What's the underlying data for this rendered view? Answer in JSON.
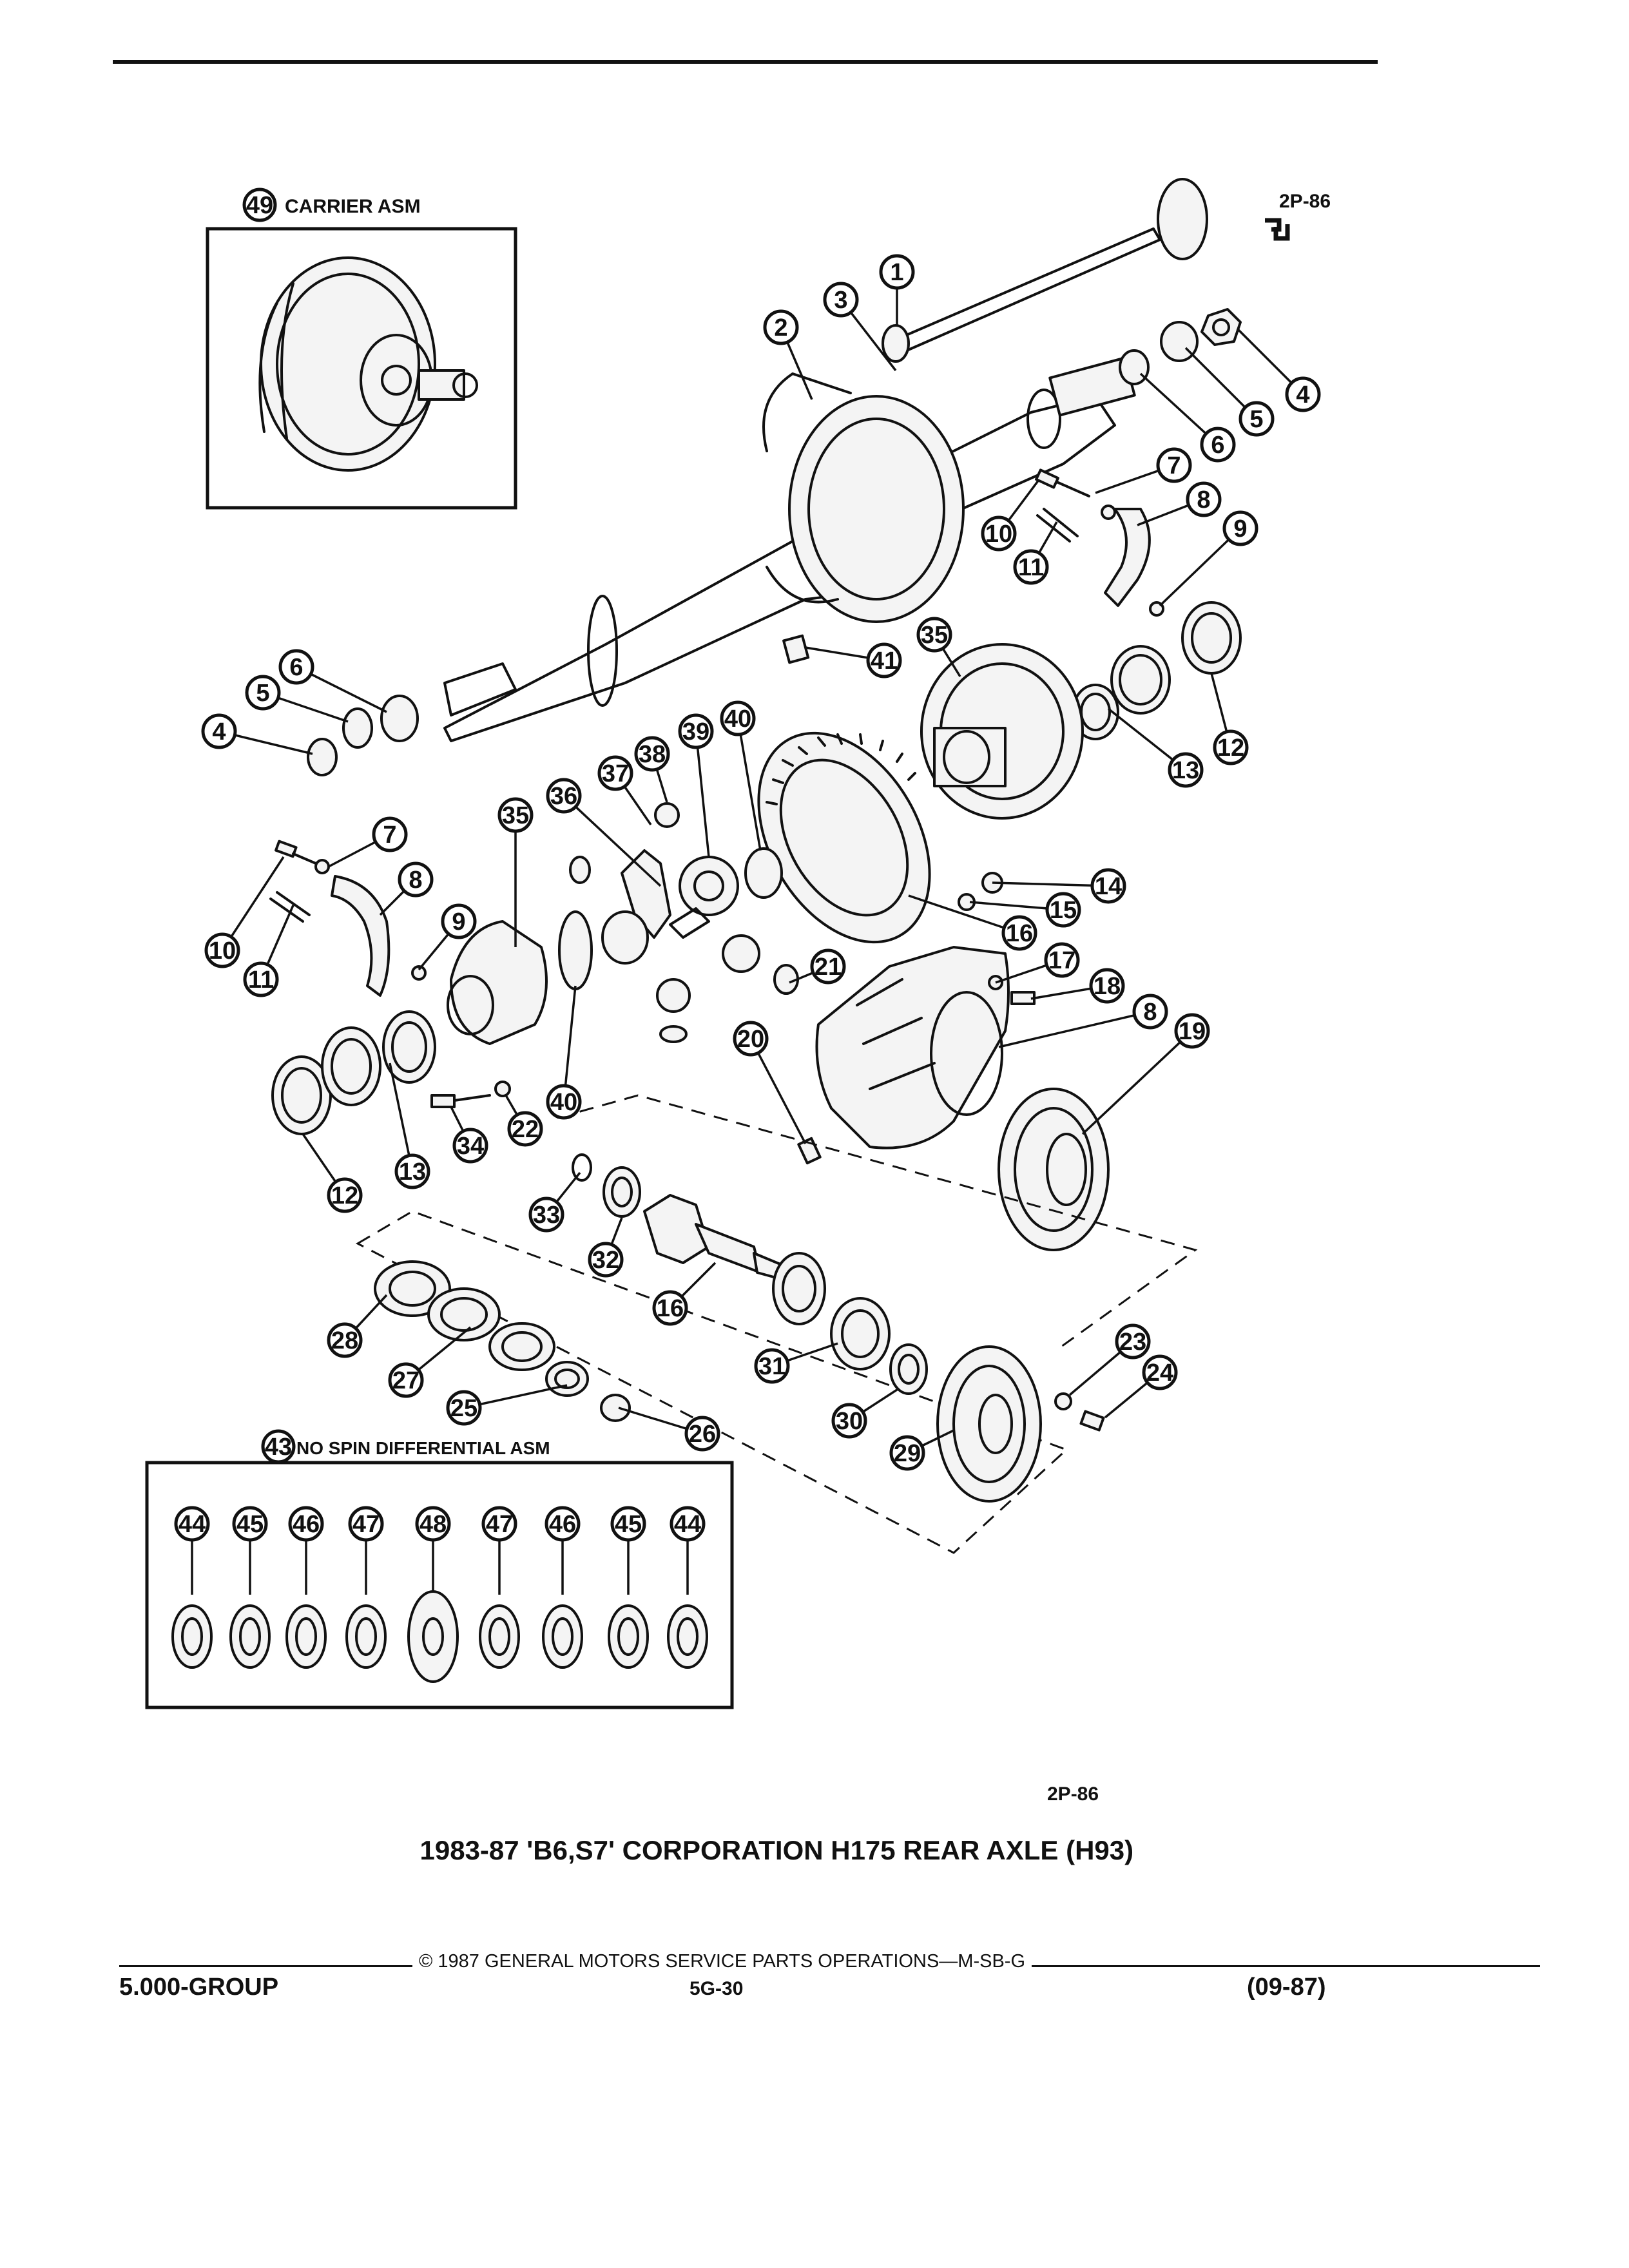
{
  "header": {
    "ref_code_top": "2P-86",
    "brand_mark": "GM-logo-mark"
  },
  "carrier_box": {
    "callout": "49",
    "label": "CARRIER ASM"
  },
  "no_spin_box": {
    "callout": "43",
    "label": "NO SPIN DIFFERENTIAL ASM",
    "row": [
      "44",
      "45",
      "46",
      "47",
      "48",
      "47",
      "46",
      "45",
      "44"
    ]
  },
  "callouts": {
    "c1": "1",
    "c2": "2",
    "c3": "3",
    "c4r": "4",
    "c5r": "5",
    "c6r": "6",
    "c7r": "7",
    "c8r": "8",
    "c9r": "9",
    "c10r": "10",
    "c11r": "11",
    "c41": "41",
    "c35r": "35",
    "c13r": "13",
    "c12r": "12",
    "c6l": "6",
    "c5l": "5",
    "c4l": "4",
    "c38": "38",
    "c39": "39",
    "c40t": "40",
    "c37": "37",
    "c36": "36",
    "c35l": "35",
    "c7l": "7",
    "c8l": "8",
    "c9l": "9",
    "c10l": "10",
    "c11l": "11",
    "c14": "14",
    "c15": "15",
    "c16t": "16",
    "c17": "17",
    "c18": "18",
    "c21": "21",
    "c8m": "8",
    "c19": "19",
    "c20": "20",
    "c40b": "40",
    "c22": "22",
    "c34": "34",
    "c13l": "13",
    "c12l": "12",
    "c33": "33",
    "c32": "32",
    "c16b": "16",
    "c28": "28",
    "c27": "27",
    "c25": "25",
    "c26": "26",
    "c31": "31",
    "c30": "30",
    "c29": "29",
    "c23": "23",
    "c24": "24"
  },
  "footer": {
    "ref_code_bottom": "2P-86",
    "title": "1983-87 'B6,S7' CORPORATION H175 REAR AXLE (H93)",
    "copyright": "© 1987 GENERAL MOTORS SERVICE PARTS OPERATIONS—M-SB-G",
    "group": "5.000-GROUP",
    "page": "5G-30",
    "date": "(09-87)"
  }
}
